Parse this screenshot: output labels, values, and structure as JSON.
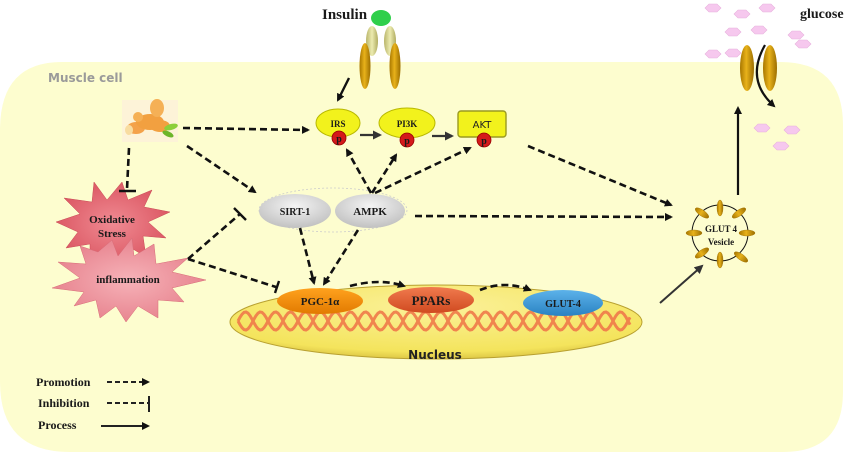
{
  "figure": {
    "cell_label": "Muscle cell",
    "ligand": "Insulin",
    "glucose_label": "glucose",
    "nucleus_label": "Nucleus",
    "stressors": {
      "oxidative_line1": "Oxidative",
      "oxidative_line2": "Stress",
      "inflammation": "inflammation"
    },
    "signaling": {
      "irs": "IRS",
      "pi3k": "PI3K",
      "akt": "AKT",
      "phospho": "p",
      "sirt1": "SIRT-1",
      "ampk": "AMPK"
    },
    "nuclear": {
      "pgc1a": "PGC-1α",
      "ppars": "PPARs",
      "glut4": "GLUT-4"
    },
    "vesicle": {
      "line1": "GLUT 4",
      "line2": "Vesicle"
    },
    "legend": [
      {
        "label": "Promotion",
        "style": "dashed-arrow"
      },
      {
        "label": "Inhibition",
        "style": "dashed-bar"
      },
      {
        "label": "Process",
        "style": "solid-arrow"
      }
    ],
    "icons": {
      "agent": "ginger-root-icon"
    }
  },
  "colors": {
    "cell": "#fdfdcf",
    "nucleus": "#f7e86a",
    "receptor_gold": "#c8940a",
    "receptor_tan": "#d9d58e",
    "insulin_green": "#2fcf4a",
    "protein_yellow": "#f2f21c",
    "phospho_red": "#d41a1a",
    "sirt_grey": "#d6d6d6",
    "pgc_orange": "#f08a00",
    "ppar_red": "#e05a2a",
    "glut_blue": "#3d9ad8",
    "dna": "#f07a4a",
    "stress_red": "#ec6d76",
    "inflam_pink": "#f3a0a8",
    "glucose_pink": "#f6c8ee",
    "cell_label_grey": "#9a9a9a"
  }
}
